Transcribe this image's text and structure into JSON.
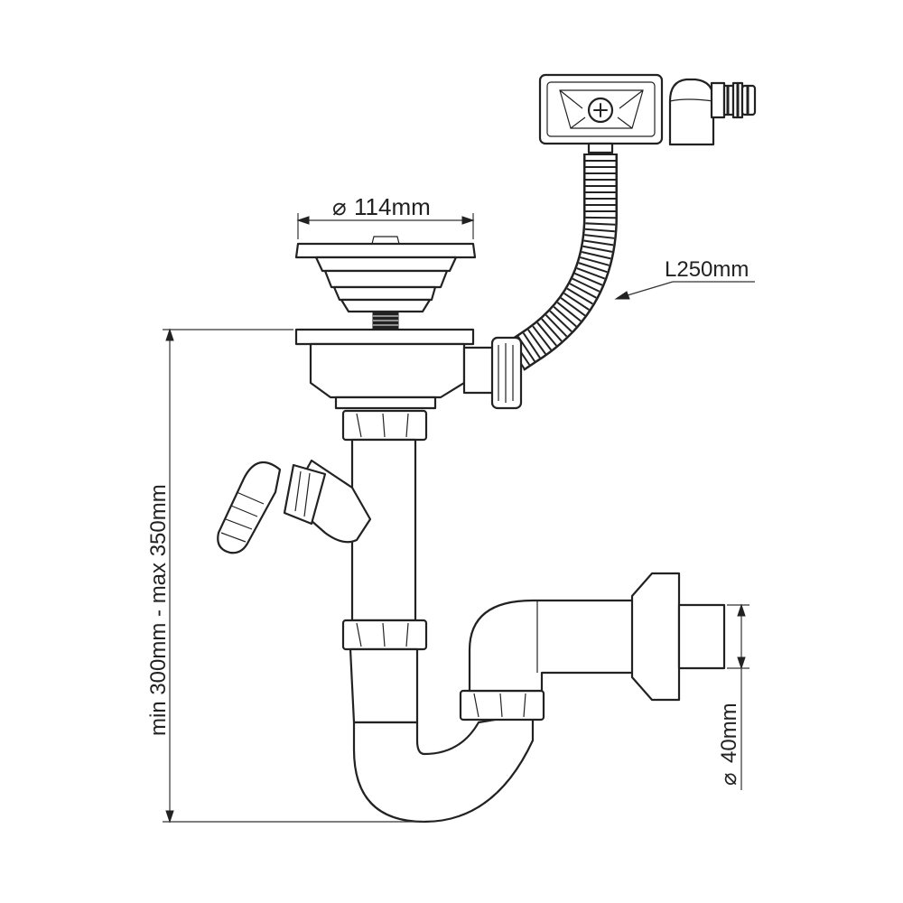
{
  "labels": {
    "strainer_diameter": "114mm",
    "hose_length": "L250mm",
    "height_range": "min 300mm - max 350mm",
    "outlet_diameter": "40mm"
  },
  "symbols": {
    "diameter": "⌀"
  },
  "colors": {
    "line": "#222222",
    "background": "#ffffff"
  }
}
